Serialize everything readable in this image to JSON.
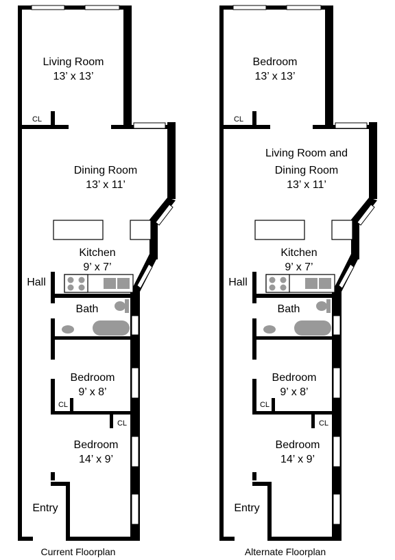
{
  "plans": [
    {
      "caption": "Current Floorplan",
      "front_room": {
        "name": "Living Room",
        "size": "13’ x 13’"
      },
      "middle_room": {
        "name_line1": "Dining Room",
        "name_line2": "",
        "size": "13’ x 11’"
      },
      "kitchen": {
        "name": "Kitchen",
        "size": "9’ x 7’"
      },
      "hall": "Hall",
      "bath": "Bath",
      "bedroom_small": {
        "name": "Bedroom",
        "size": "9’ x 8’"
      },
      "bedroom_large": {
        "name": "Bedroom",
        "size": "14’ x 9’"
      },
      "entry": "Entry",
      "closet": "CL"
    },
    {
      "caption": "Alternate Floorplan",
      "front_room": {
        "name": "Bedroom",
        "size": "13’ x 13’"
      },
      "middle_room": {
        "name_line1": "Living Room and",
        "name_line2": "Dining Room",
        "size": "13’ x 11’"
      },
      "kitchen": {
        "name": "Kitchen",
        "size": "9’ x 7’"
      },
      "hall": "Hall",
      "bath": "Bath",
      "bedroom_small": {
        "name": "Bedroom",
        "size": "9’ x 8’"
      },
      "bedroom_large": {
        "name": "Bedroom",
        "size": "14’ x 9’"
      },
      "entry": "Entry",
      "closet": "CL"
    }
  ]
}
